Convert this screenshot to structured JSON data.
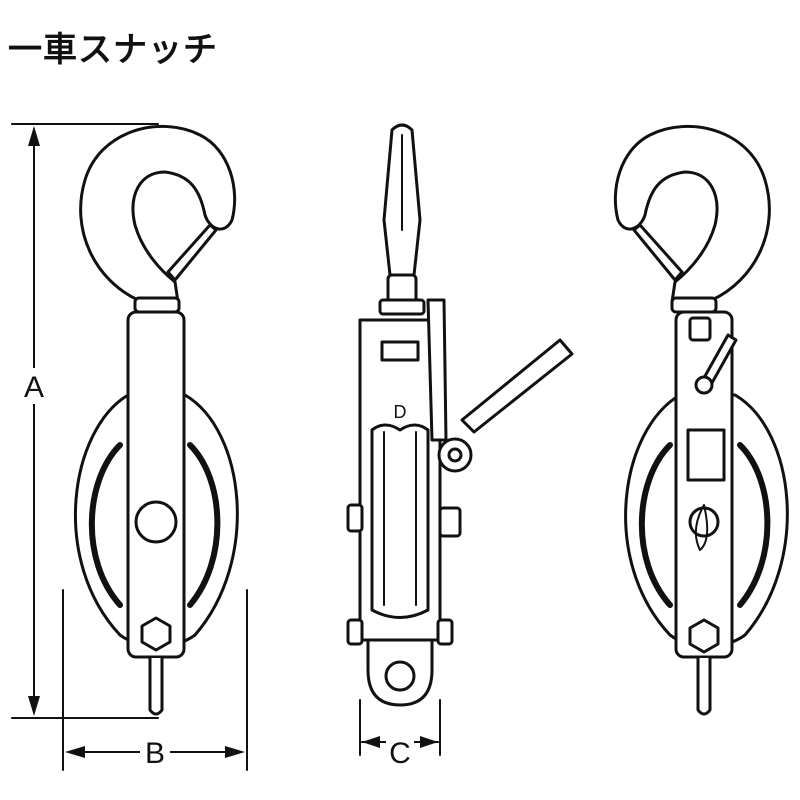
{
  "title": "一車スナッチ",
  "dimensions": {
    "a": "A",
    "b": "B",
    "c": "C",
    "d": "D"
  }
}
